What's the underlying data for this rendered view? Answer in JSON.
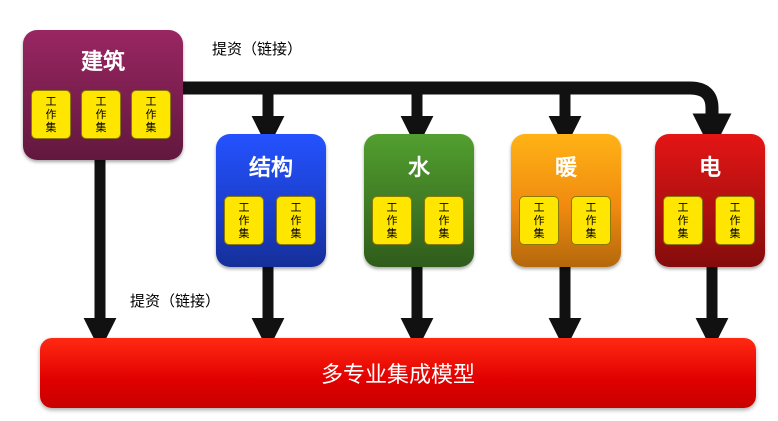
{
  "link_label_top": "提资（链接）",
  "link_label_bottom": "提资（链接）",
  "workset_chars": [
    "工",
    "作",
    "集"
  ],
  "architecture": {
    "title": "建筑",
    "color": "#7a1e4e",
    "worksets": 3
  },
  "disciplines": [
    {
      "id": "structure",
      "title": "结构",
      "color": "#1c3fcc",
      "worksets": 2
    },
    {
      "id": "water",
      "title": "水",
      "color": "#3f7a24",
      "worksets": 2
    },
    {
      "id": "hvac",
      "title": "暖",
      "color": "#f08a10",
      "worksets": 2
    },
    {
      "id": "electric",
      "title": "电",
      "color": "#b01010",
      "worksets": 2
    }
  ],
  "model": {
    "title": "多专业集成模型",
    "color": "#e00000"
  }
}
